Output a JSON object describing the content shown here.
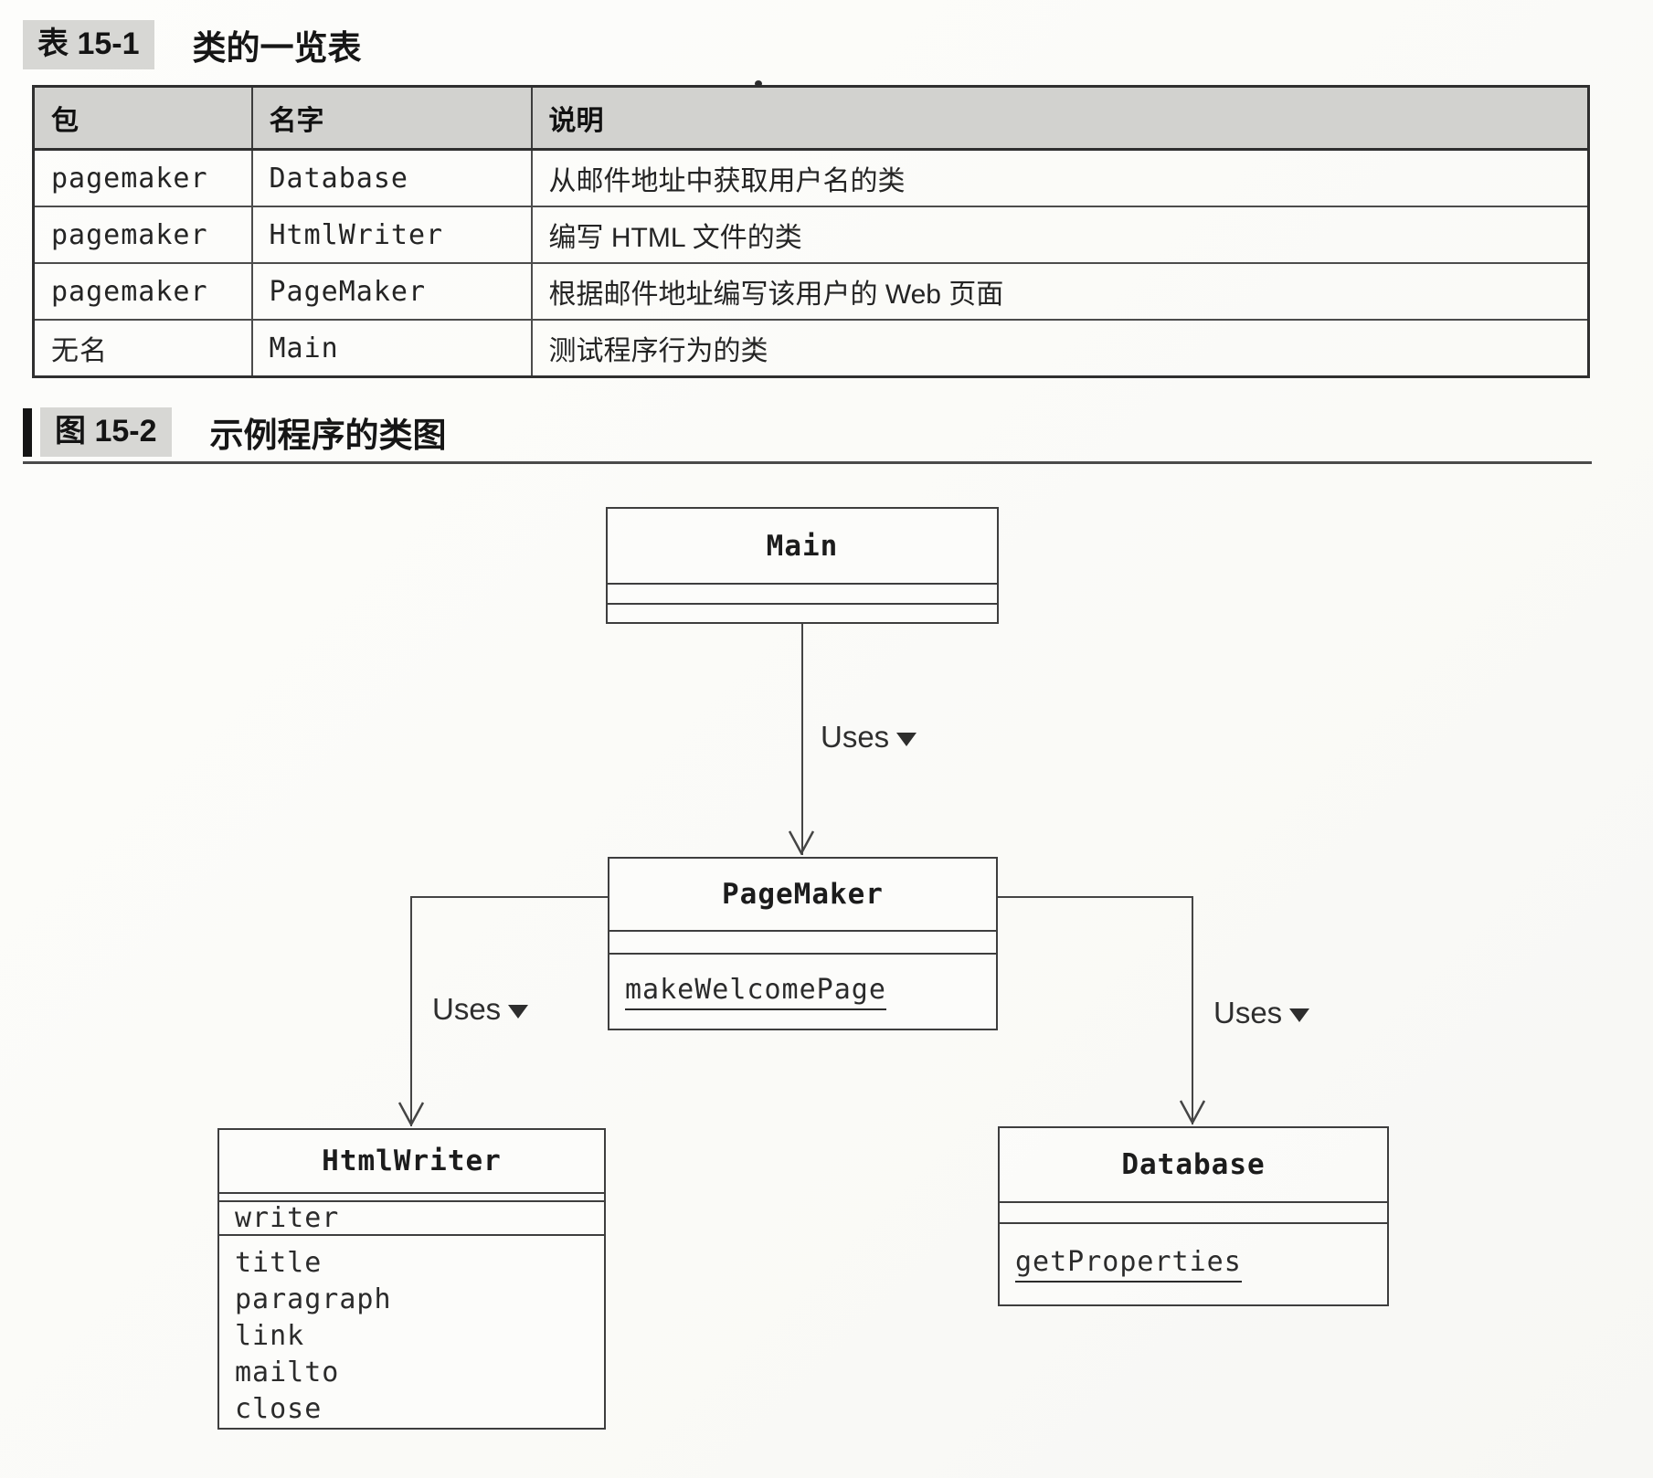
{
  "captions": {
    "table_label": "表 15-1",
    "table_title": "类的一览表",
    "figure_label": "图 15-2",
    "figure_title": "示例程序的类图"
  },
  "table": {
    "headers": [
      "包",
      "名字",
      "说明"
    ],
    "rows": [
      {
        "package": "pagemaker",
        "name": "Database",
        "description": "从邮件地址中获取用户名的类"
      },
      {
        "package": "pagemaker",
        "name": "HtmlWriter",
        "description": "编写 HTML 文件的类"
      },
      {
        "package": "pagemaker",
        "name": "PageMaker",
        "description": "根据邮件地址编写该用户的 Web 页面"
      },
      {
        "package": "无名",
        "name": "Main",
        "description": "测试程序行为的类"
      }
    ]
  },
  "diagram": {
    "classes": [
      {
        "id": "main",
        "name": "Main",
        "attributes": [],
        "methods": []
      },
      {
        "id": "pagemaker",
        "name": "PageMaker",
        "attributes": [],
        "methods": [
          {
            "label": "makeWelcomePage",
            "static": true
          }
        ]
      },
      {
        "id": "htmlwriter",
        "name": "HtmlWriter",
        "attributes": [
          {
            "label": "writer",
            "static": false
          }
        ],
        "methods": [
          {
            "label": "title",
            "static": false
          },
          {
            "label": "paragraph",
            "static": false
          },
          {
            "label": "link",
            "static": false
          },
          {
            "label": "mailto",
            "static": false
          },
          {
            "label": "close",
            "static": false
          }
        ]
      },
      {
        "id": "database",
        "name": "Database",
        "attributes": [],
        "methods": [
          {
            "label": "getProperties",
            "static": true
          }
        ]
      }
    ],
    "relations": [
      {
        "from": "Main",
        "to": "PageMaker",
        "label": "Uses"
      },
      {
        "from": "PageMaker",
        "to": "HtmlWriter",
        "label": "Uses"
      },
      {
        "from": "PageMaker",
        "to": "Database",
        "label": "Uses"
      }
    ]
  },
  "colors": {
    "paper": "#fcfcfa",
    "line": "#454545",
    "header_bg": "#d2d2cf",
    "caption_bg": "#d7d7d4",
    "text": "#1e1e1e"
  }
}
